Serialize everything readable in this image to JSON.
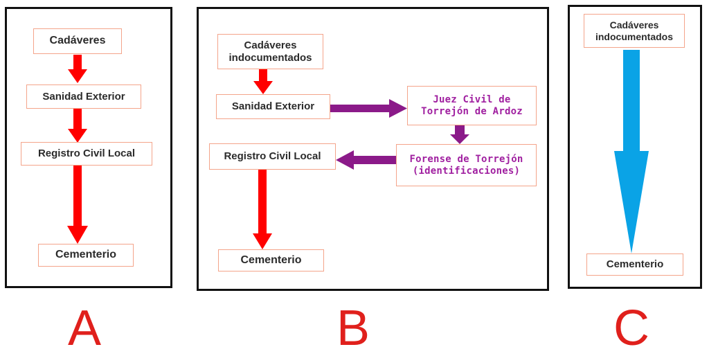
{
  "colors": {
    "box_border": "#f4a48a",
    "arrow_red": "#ff0000",
    "arrow_purple": "#8b1a89",
    "arrow_blue": "#0aa3e6",
    "label_red": "#e0201c",
    "text_purple": "#a020a0"
  },
  "panel_a": {
    "label": "A",
    "boxes": {
      "cadaveres": "Cadáveres",
      "sanidad": "Sanidad Exterior",
      "registro": "Registro Civil Local",
      "cementerio": "Cementerio"
    }
  },
  "panel_b": {
    "label": "B",
    "boxes": {
      "cadaveres": "Cadáveres\nindocumentados",
      "sanidad": "Sanidad Exterior",
      "juez": "Juez Civil de\nTorrejón de Ardoz",
      "forense": "Forense de Torrejón\n(identificaciones)",
      "registro": "Registro Civil Local",
      "cementerio": "Cementerio"
    }
  },
  "panel_c": {
    "label": "C",
    "boxes": {
      "cadaveres": "Cadáveres\nindocumentados",
      "cementerio": "Cementerio"
    }
  }
}
